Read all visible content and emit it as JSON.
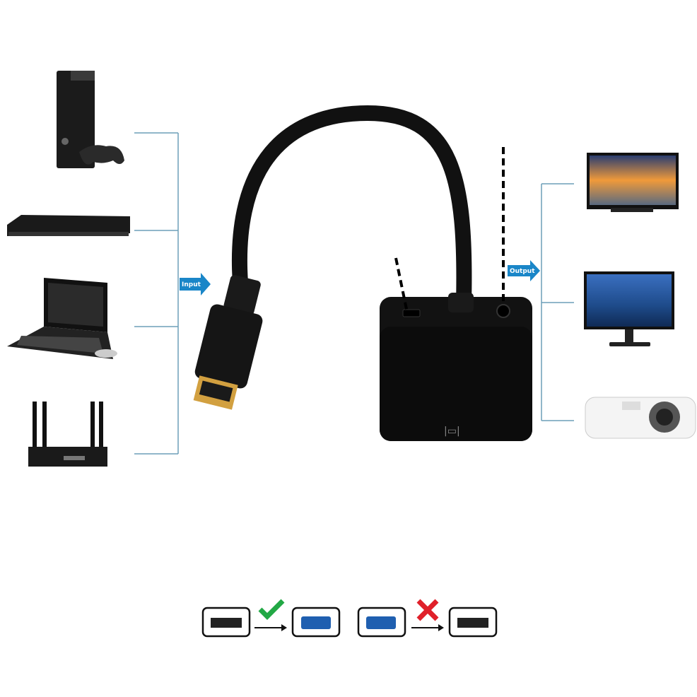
{
  "labels": {
    "input": "Input",
    "output": "Output"
  },
  "input_devices": [
    "game-console",
    "blu-ray-player",
    "laptop",
    "router-tv-box"
  ],
  "output_devices": [
    "tv",
    "monitor",
    "projector"
  ],
  "compatibility": [
    {
      "from": "hdmi",
      "to": "vga",
      "status": "check",
      "status_color": "#22a845"
    },
    {
      "from": "vga",
      "to": "hdmi",
      "status": "cross",
      "status_color": "#e0202a"
    }
  ],
  "colors": {
    "line": "#6d9fb8",
    "arrow": "#1a86c8",
    "vga_blue": "#1f5fb0",
    "cable": "#111111"
  }
}
